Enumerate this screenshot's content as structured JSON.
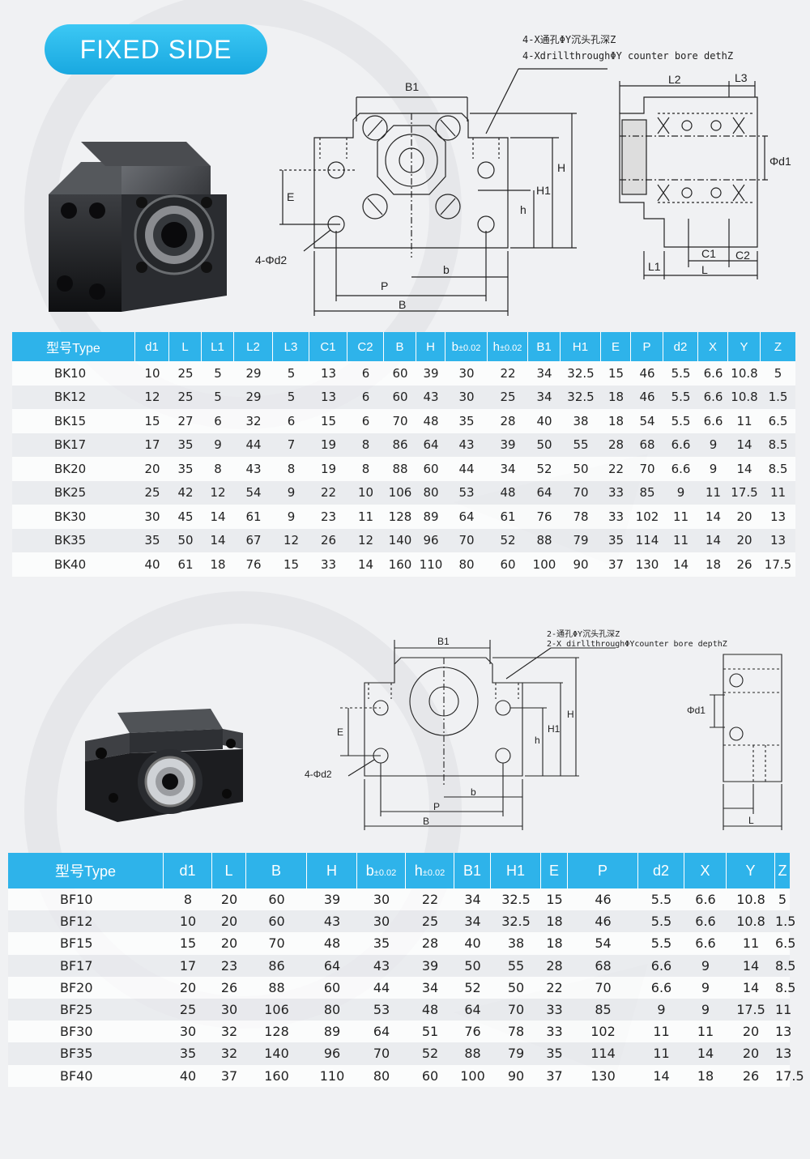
{
  "header": {
    "badge": "FIXED SIDE"
  },
  "bk": {
    "note_cn": "4-X通孔ΦY沉头孔深Z",
    "note_en": "4-XdrillthroughΦY counter bore dethZ",
    "labels": {
      "B1": "B1",
      "H": "H",
      "H1": "H1",
      "h": "h",
      "E": "E",
      "d2": "4-Φd2",
      "b": "b",
      "P": "P",
      "B": "B",
      "L2": "L2",
      "L3": "L3",
      "d1": "Φd1",
      "C1": "C1",
      "C2": "C2",
      "L1": "L1",
      "L": "L"
    },
    "headers": [
      "型号Type",
      "d1",
      "L",
      "L1",
      "L2",
      "L3",
      "C1",
      "C2",
      "B",
      "H",
      "b±0.02",
      "h±0.02",
      "B1",
      "H1",
      "E",
      "P",
      "d2",
      "X",
      "Y",
      "Z"
    ],
    "rows": [
      [
        "BK10",
        "10",
        "25",
        "5",
        "29",
        "5",
        "13",
        "6",
        "60",
        "39",
        "30",
        "22",
        "34",
        "32.5",
        "15",
        "46",
        "5.5",
        "6.6",
        "10.8",
        "5"
      ],
      [
        "BK12",
        "12",
        "25",
        "5",
        "29",
        "5",
        "13",
        "6",
        "60",
        "43",
        "30",
        "25",
        "34",
        "32.5",
        "18",
        "46",
        "5.5",
        "6.6",
        "10.8",
        "1.5"
      ],
      [
        "BK15",
        "15",
        "27",
        "6",
        "32",
        "6",
        "15",
        "6",
        "70",
        "48",
        "35",
        "28",
        "40",
        "38",
        "18",
        "54",
        "5.5",
        "6.6",
        "11",
        "6.5"
      ],
      [
        "BK17",
        "17",
        "35",
        "9",
        "44",
        "7",
        "19",
        "8",
        "86",
        "64",
        "43",
        "39",
        "50",
        "55",
        "28",
        "68",
        "6.6",
        "9",
        "14",
        "8.5"
      ],
      [
        "BK20",
        "20",
        "35",
        "8",
        "43",
        "8",
        "19",
        "8",
        "88",
        "60",
        "44",
        "34",
        "52",
        "50",
        "22",
        "70",
        "6.6",
        "9",
        "14",
        "8.5"
      ],
      [
        "BK25",
        "25",
        "42",
        "12",
        "54",
        "9",
        "22",
        "10",
        "106",
        "80",
        "53",
        "48",
        "64",
        "70",
        "33",
        "85",
        "9",
        "11",
        "17.5",
        "11"
      ],
      [
        "BK30",
        "30",
        "45",
        "14",
        "61",
        "9",
        "23",
        "11",
        "128",
        "89",
        "64",
        "61",
        "76",
        "78",
        "33",
        "102",
        "11",
        "14",
        "20",
        "13"
      ],
      [
        "BK35",
        "35",
        "50",
        "14",
        "67",
        "12",
        "26",
        "12",
        "140",
        "96",
        "70",
        "52",
        "88",
        "79",
        "35",
        "114",
        "11",
        "14",
        "20",
        "13"
      ],
      [
        "BK40",
        "40",
        "61",
        "18",
        "76",
        "15",
        "33",
        "14",
        "160",
        "110",
        "80",
        "60",
        "100",
        "90",
        "37",
        "130",
        "14",
        "18",
        "26",
        "17.5"
      ]
    ]
  },
  "bf": {
    "note_cn": "2-通孔ΦY沉头孔深Z",
    "note_en": "2-X dirllthroughΦYcounter bore depthZ",
    "labels": {
      "B1": "B1",
      "H": "H",
      "H1": "H1",
      "h": "h",
      "E": "E",
      "d2": "4-Φd2",
      "b": "b",
      "P": "P",
      "B": "B",
      "d1": "Φd1",
      "L": "L"
    },
    "headers": [
      "型号Type",
      "d1",
      "L",
      "B",
      "H",
      "b±0.02",
      "h±0.02",
      "B1",
      "H1",
      "E",
      "P",
      "d2",
      "X",
      "Y",
      "Z"
    ],
    "rows": [
      [
        "BF10",
        "8",
        "20",
        "60",
        "39",
        "30",
        "22",
        "34",
        "32.5",
        "15",
        "46",
        "5.5",
        "6.6",
        "10.8",
        "5"
      ],
      [
        "BF12",
        "10",
        "20",
        "60",
        "43",
        "30",
        "25",
        "34",
        "32.5",
        "18",
        "46",
        "5.5",
        "6.6",
        "10.8",
        "1.5"
      ],
      [
        "BF15",
        "15",
        "20",
        "70",
        "48",
        "35",
        "28",
        "40",
        "38",
        "18",
        "54",
        "5.5",
        "6.6",
        "11",
        "6.5"
      ],
      [
        "BF17",
        "17",
        "23",
        "86",
        "64",
        "43",
        "39",
        "50",
        "55",
        "28",
        "68",
        "6.6",
        "9",
        "14",
        "8.5"
      ],
      [
        "BF20",
        "20",
        "26",
        "88",
        "60",
        "44",
        "34",
        "52",
        "50",
        "22",
        "70",
        "6.6",
        "9",
        "14",
        "8.5"
      ],
      [
        "BF25",
        "25",
        "30",
        "106",
        "80",
        "53",
        "48",
        "64",
        "70",
        "33",
        "85",
        "9",
        "9",
        "17.5",
        "11"
      ],
      [
        "BF30",
        "30",
        "32",
        "128",
        "89",
        "64",
        "51",
        "76",
        "78",
        "33",
        "102",
        "11",
        "11",
        "20",
        "13"
      ],
      [
        "BF35",
        "35",
        "32",
        "140",
        "96",
        "70",
        "52",
        "88",
        "79",
        "35",
        "114",
        "11",
        "14",
        "20",
        "13"
      ],
      [
        "BF40",
        "40",
        "37",
        "160",
        "110",
        "80",
        "60",
        "100",
        "90",
        "37",
        "130",
        "14",
        "18",
        "26",
        "17.5"
      ]
    ]
  }
}
